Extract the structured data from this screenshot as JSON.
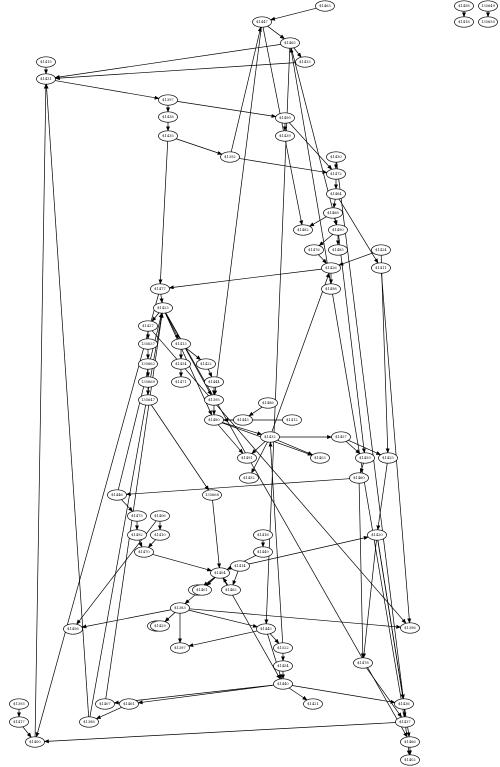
{
  "graph": {
    "nodes": [
      {
        "id": "n1463",
        "label": "$1463"
      },
      {
        "id": "n1458",
        "label": "$1458"
      },
      {
        "id": "n135649",
        "label": "135649"
      },
      {
        "id": "n1447",
        "label": "$1447"
      },
      {
        "id": "n1418",
        "label": "$1418"
      },
      {
        "id": "n135650",
        "label": "135650"
      },
      {
        "id": "n1465",
        "label": "$1465"
      },
      {
        "id": "n1415",
        "label": "$1415"
      },
      {
        "id": "n1433",
        "label": "$1433"
      },
      {
        "id": "n1431",
        "label": "$1431"
      },
      {
        "id": "n1397",
        "label": "$1397"
      },
      {
        "id": "n1438",
        "label": "$1438"
      },
      {
        "id": "n1499",
        "label": "$1499"
      },
      {
        "id": "n1439",
        "label": "$1439"
      },
      {
        "id": "n1435",
        "label": "$1435"
      },
      {
        "id": "n1392",
        "label": "$1392"
      },
      {
        "id": "n1430",
        "label": "$1430"
      },
      {
        "id": "n1472",
        "label": "$1472"
      },
      {
        "id": "n1464",
        "label": "$1464"
      },
      {
        "id": "n1468",
        "label": "$1468"
      },
      {
        "id": "n1482",
        "label": "$1482"
      },
      {
        "id": "n1490",
        "label": "$1490"
      },
      {
        "id": "n1476",
        "label": "$1476"
      },
      {
        "id": "n1485",
        "label": "$1485"
      },
      {
        "id": "n1424",
        "label": "$1424"
      },
      {
        "id": "n1426",
        "label": "$1426"
      },
      {
        "id": "n1411",
        "label": "$1411"
      },
      {
        "id": "n1498",
        "label": "$1498"
      },
      {
        "id": "n1477",
        "label": "$1477"
      },
      {
        "id": "n1423",
        "label": "$1423"
      },
      {
        "id": "n1427",
        "label": "$1427"
      },
      {
        "id": "n1413",
        "label": "$1413"
      },
      {
        "id": "n135637",
        "label": "135637"
      },
      {
        "id": "n1434",
        "label": "$1434"
      },
      {
        "id": "n1422",
        "label": "$1422"
      },
      {
        "id": "n135662",
        "label": "135662"
      },
      {
        "id": "n1471",
        "label": "$1471"
      },
      {
        "id": "n1444",
        "label": "$1444"
      },
      {
        "id": "n135669",
        "label": "135669"
      },
      {
        "id": "n1395",
        "label": "$1395"
      },
      {
        "id": "n135647",
        "label": "135647"
      },
      {
        "id": "n1486",
        "label": "$1486"
      },
      {
        "id": "n1443",
        "label": "$1443"
      },
      {
        "id": "n1412",
        "label": "$1412"
      },
      {
        "id": "n1480",
        "label": "$1480"
      },
      {
        "id": "n1457",
        "label": "$1457"
      },
      {
        "id": "n1432",
        "label": "$1432"
      },
      {
        "id": "n1491",
        "label": "$1491"
      },
      {
        "id": "n1403",
        "label": "$1403"
      },
      {
        "id": "n1459",
        "label": "$1459"
      },
      {
        "id": "n1425",
        "label": "$1425"
      },
      {
        "id": "n1452",
        "label": "$1452"
      },
      {
        "id": "n1460",
        "label": "$1460"
      },
      {
        "id": "n1446",
        "label": "$1446"
      },
      {
        "id": "n135668",
        "label": "135668"
      },
      {
        "id": "n1475",
        "label": "$1475"
      },
      {
        "id": "n1406",
        "label": "$1406"
      },
      {
        "id": "n1492",
        "label": "$1492"
      },
      {
        "id": "n1410",
        "label": "$1410"
      },
      {
        "id": "n1420",
        "label": "$1420"
      },
      {
        "id": "n1416",
        "label": "$1416"
      },
      {
        "id": "n1470",
        "label": "$1470"
      },
      {
        "id": "n1449",
        "label": "$1449"
      },
      {
        "id": "n1436",
        "label": "$1436"
      },
      {
        "id": "n1414",
        "label": "$1414"
      },
      {
        "id": "n1404",
        "label": "$1404"
      },
      {
        "id": "n1405",
        "label": "$1405"
      },
      {
        "id": "n1462",
        "label": "$1462"
      },
      {
        "id": "n1401",
        "label": "$1401"
      },
      {
        "id": "n1383",
        "label": "$1383"
      },
      {
        "id": "n1394",
        "label": "$1394"
      },
      {
        "id": "n1429",
        "label": "$1429"
      },
      {
        "id": "n1456",
        "label": "$1456"
      },
      {
        "id": "n1445",
        "label": "$1445"
      },
      {
        "id": "n1396",
        "label": "$1396"
      },
      {
        "id": "n1397b",
        "label": "$1397"
      },
      {
        "id": "n1522",
        "label": "$1522"
      },
      {
        "id": "n1478",
        "label": "$1478"
      },
      {
        "id": "n1454",
        "label": "$1454"
      },
      {
        "id": "n1440",
        "label": "$1440"
      },
      {
        "id": "n1421",
        "label": "$1421"
      },
      {
        "id": "n1407",
        "label": "$1407"
      },
      {
        "id": "n1461",
        "label": "$1461"
      },
      {
        "id": "n1393",
        "label": "$1393"
      },
      {
        "id": "n1417",
        "label": "$1417"
      },
      {
        "id": "n1388",
        "label": "$1388"
      },
      {
        "id": "n1400",
        "label": "$1400"
      },
      {
        "id": "n1437",
        "label": "$1437"
      },
      {
        "id": "n1466",
        "label": "$1466"
      },
      {
        "id": "n1402",
        "label": "$1402"
      }
    ],
    "edges": [
      [
        "n1463",
        "n1447"
      ],
      [
        "n1458",
        "n1418"
      ],
      [
        "n135649",
        "n135650"
      ],
      [
        "n1447",
        "n1465"
      ],
      [
        "n1447",
        "n1482"
      ],
      [
        "n1447",
        "n1395"
      ],
      [
        "n1465",
        "n1433"
      ],
      [
        "n1465",
        "n1431"
      ],
      [
        "n1465",
        "n1490"
      ],
      [
        "n1465",
        "n1445"
      ],
      [
        "n1415",
        "n1431"
      ],
      [
        "n1433",
        "n1431"
      ],
      [
        "n1431",
        "n1397"
      ],
      [
        "n1397",
        "n1438"
      ],
      [
        "n1397",
        "n1499"
      ],
      [
        "n1438",
        "n1435"
      ],
      [
        "n1499",
        "n1439"
      ],
      [
        "n1499",
        "n1472"
      ],
      [
        "n1435",
        "n1392"
      ],
      [
        "n1435",
        "n1477"
      ],
      [
        "n1392",
        "n1447"
      ],
      [
        "n1392",
        "n1472"
      ],
      [
        "n1430",
        "n1472"
      ],
      [
        "n1430",
        "n1436"
      ],
      [
        "n1472",
        "n1464"
      ],
      [
        "n1464",
        "n1468"
      ],
      [
        "n1464",
        "n1411"
      ],
      [
        "n1468",
        "n1482"
      ],
      [
        "n1468",
        "n1490"
      ],
      [
        "n1490",
        "n1476"
      ],
      [
        "n1490",
        "n1485"
      ],
      [
        "n1490",
        "n1459"
      ],
      [
        "n1476",
        "n1426"
      ],
      [
        "n1424",
        "n1426"
      ],
      [
        "n1424",
        "n1425"
      ],
      [
        "n1426",
        "n1498"
      ],
      [
        "n1426",
        "n1477"
      ],
      [
        "n1411",
        "n1396"
      ],
      [
        "n1477",
        "n1423"
      ],
      [
        "n1477",
        "n1400"
      ],
      [
        "n1423",
        "n1427"
      ],
      [
        "n1423",
        "n1413"
      ],
      [
        "n1423",
        "n1395"
      ],
      [
        "n1423",
        "n1480"
      ],
      [
        "n1423",
        "n1466"
      ],
      [
        "n1427",
        "n135637"
      ],
      [
        "n135637",
        "n135662"
      ],
      [
        "n135662",
        "n135669"
      ],
      [
        "n135669",
        "n135647"
      ],
      [
        "n135647",
        "n135668"
      ],
      [
        "n1427",
        "n1396"
      ],
      [
        "n1413",
        "n1434"
      ],
      [
        "n1413",
        "n1422"
      ],
      [
        "n1434",
        "n1471"
      ],
      [
        "n1422",
        "n1444"
      ],
      [
        "n1444",
        "n1395"
      ],
      [
        "n1395",
        "n1480"
      ],
      [
        "n1486",
        "n1443"
      ],
      [
        "n1412",
        "n1480"
      ],
      [
        "n1443",
        "n1480"
      ],
      [
        "n1480",
        "n1403"
      ],
      [
        "n1480",
        "n1491"
      ],
      [
        "n1480",
        "n1432"
      ],
      [
        "n1457",
        "n1459"
      ],
      [
        "n1457",
        "n1425"
      ],
      [
        "n1432",
        "n1426"
      ],
      [
        "n1432",
        "n1457"
      ],
      [
        "n1432",
        "n1452"
      ],
      [
        "n1432",
        "n1403"
      ],
      [
        "n1432",
        "n1491"
      ],
      [
        "n1459",
        "n1460"
      ],
      [
        "n1460",
        "n1446"
      ],
      [
        "n1460",
        "n1478"
      ],
      [
        "n1446",
        "n1475"
      ],
      [
        "n1446",
        "n1423"
      ],
      [
        "n135668",
        "n1404"
      ],
      [
        "n1475",
        "n1492"
      ],
      [
        "n1492",
        "n1470"
      ],
      [
        "n1406",
        "n1410"
      ],
      [
        "n1406",
        "n1456"
      ],
      [
        "n1410",
        "n1470"
      ],
      [
        "n1425",
        "n1420"
      ],
      [
        "n1420",
        "n1436"
      ],
      [
        "n1420",
        "n1478"
      ],
      [
        "n1420",
        "n1466"
      ],
      [
        "n1416",
        "n1449"
      ],
      [
        "n1449",
        "n1404"
      ],
      [
        "n1414",
        "n1420"
      ],
      [
        "n1470",
        "n1404"
      ],
      [
        "n1414",
        "n1462"
      ],
      [
        "n1462",
        "n1404"
      ],
      [
        "n1404",
        "n1405"
      ],
      [
        "n1404",
        "n1401"
      ],
      [
        "n1404",
        "n1383"
      ],
      [
        "n1404",
        "n1440"
      ],
      [
        "n1383",
        "n1429"
      ],
      [
        "n1383",
        "n1445"
      ],
      [
        "n1383",
        "n1396"
      ],
      [
        "n1383",
        "n1397b"
      ],
      [
        "n1383",
        "n1456"
      ],
      [
        "n1394",
        "n1429"
      ],
      [
        "n1445",
        "n1522"
      ],
      [
        "n1445",
        "n1397b"
      ],
      [
        "n1445",
        "n1440"
      ],
      [
        "n1522",
        "n1432"
      ],
      [
        "n1522",
        "n1454"
      ],
      [
        "n1454",
        "n1440"
      ],
      [
        "n1478",
        "n1437"
      ],
      [
        "n1440",
        "n1421"
      ],
      [
        "n1440",
        "n1461"
      ],
      [
        "n1440",
        "n1407"
      ],
      [
        "n1440",
        "n1436"
      ],
      [
        "n1436",
        "n1437"
      ],
      [
        "n1437",
        "n1402"
      ],
      [
        "n1437",
        "n1400"
      ],
      [
        "n1437",
        "n1465"
      ],
      [
        "n1466",
        "n1402"
      ],
      [
        "n1461",
        "n1388"
      ],
      [
        "n1393",
        "n1417"
      ],
      [
        "n1417",
        "n1400"
      ],
      [
        "n1388",
        "n1431"
      ],
      [
        "n1388",
        "n1423"
      ],
      [
        "n1400",
        "n1431"
      ],
      [
        "n1407",
        "n1423"
      ]
    ]
  }
}
